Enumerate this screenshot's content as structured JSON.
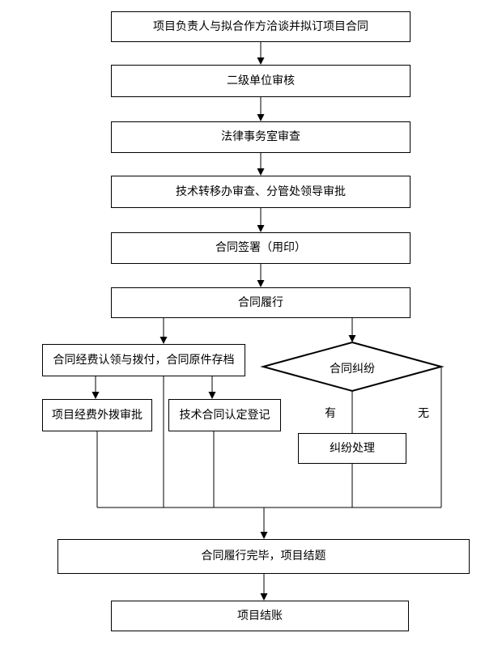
{
  "page": {
    "background_color": "#ffffff",
    "line_color": "#000000",
    "node_fill_color": "#ffffff"
  },
  "flowchart": {
    "nodes": {
      "negotiate": {
        "label": "项目负责人与拟合作方洽谈并拟订项目合同"
      },
      "unit_review": {
        "label": "二级单位审核"
      },
      "legal_review": {
        "label": "法律事务室审查"
      },
      "transfer_review": {
        "label": "技术转移办审查、分管处领导审批"
      },
      "sign": {
        "label": "合同签署（用印）"
      },
      "perform": {
        "label": "合同履行"
      },
      "funds_claim": {
        "label": "合同经费认领与拨付，合同原件存档"
      },
      "funds_approve": {
        "label": "项目经费外拨审批"
      },
      "tech_register": {
        "label": "技术合同认定登记"
      },
      "dispute_decision": {
        "label": "合同纠纷"
      },
      "dispute_handle": {
        "label": "纠纷处理"
      },
      "complete": {
        "label": "合同履行完毕，项目结题"
      },
      "settle": {
        "label": "项目结账"
      }
    },
    "edge_labels": {
      "yes": "有",
      "no": "无"
    }
  }
}
